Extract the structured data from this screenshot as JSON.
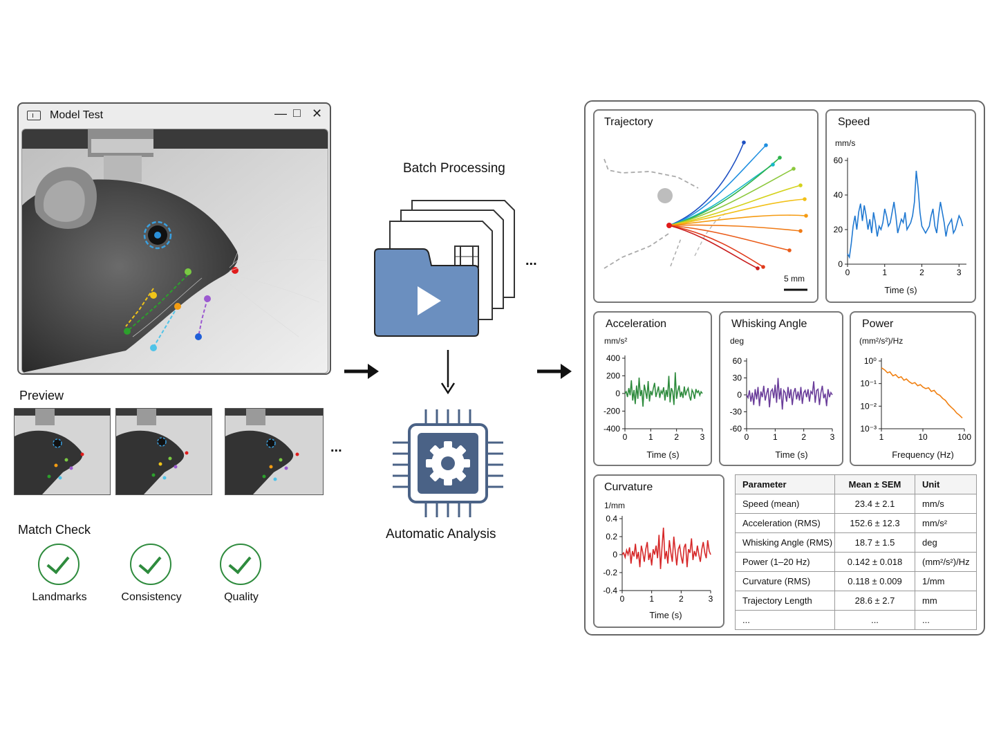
{
  "window": {
    "title": "Model Test",
    "buttons": [
      "—",
      "□",
      "✕"
    ]
  },
  "preview_label": "Preview",
  "thumbnails_more": "...",
  "match_check": {
    "title": "Match Check",
    "items": [
      "Landmarks",
      "Consistency",
      "Quality"
    ]
  },
  "batch": {
    "title": "Batch Processing",
    "more": "..."
  },
  "analysis": {
    "title": "Automatic Analysis"
  },
  "icons": [
    "film-icon",
    "play-icon",
    "gear-chip-icon",
    "check-icon",
    "arrow-right-icon",
    "arrow-down-icon"
  ],
  "colors": {
    "folder": "#6b8fbf",
    "chip": "#4a6286",
    "check": "#2e8b3d"
  },
  "trajectory": {
    "title": "Trajectory",
    "scale": "5 mm"
  },
  "chart_data": [
    {
      "type": "line",
      "title": "Speed",
      "ylabel": "mm/s",
      "xlabel": "Time (s)",
      "xlim": [
        0,
        3.2
      ],
      "ylim": [
        0,
        60
      ],
      "xticks": [
        0,
        1,
        2,
        3
      ],
      "yticks": [
        0,
        20,
        40,
        60
      ],
      "color": "#1f78d1",
      "x": [
        0,
        0.05,
        0.1,
        0.15,
        0.2,
        0.25,
        0.3,
        0.35,
        0.4,
        0.45,
        0.5,
        0.55,
        0.6,
        0.65,
        0.7,
        0.75,
        0.8,
        0.85,
        0.9,
        0.95,
        1.0,
        1.05,
        1.1,
        1.15,
        1.2,
        1.25,
        1.3,
        1.35,
        1.4,
        1.45,
        1.5,
        1.55,
        1.6,
        1.65,
        1.7,
        1.75,
        1.8,
        1.85,
        1.9,
        1.95,
        2.0,
        2.05,
        2.1,
        2.15,
        2.2,
        2.25,
        2.3,
        2.35,
        2.4,
        2.45,
        2.5,
        2.55,
        2.6,
        2.65,
        2.7,
        2.75,
        2.8,
        2.85,
        2.9,
        2.95,
        3.0,
        3.05,
        3.1
      ],
      "y": [
        6,
        4,
        12,
        22,
        28,
        20,
        30,
        35,
        25,
        34,
        28,
        20,
        26,
        18,
        30,
        24,
        16,
        22,
        20,
        24,
        32,
        28,
        22,
        24,
        30,
        36,
        28,
        18,
        22,
        26,
        24,
        30,
        20,
        22,
        24,
        28,
        36,
        54,
        44,
        30,
        22,
        20,
        18,
        20,
        22,
        28,
        32,
        22,
        18,
        28,
        36,
        30,
        24,
        16,
        22,
        24,
        26,
        18,
        20,
        24,
        28,
        26,
        22
      ]
    },
    {
      "type": "line",
      "title": "Acceleration",
      "ylabel": "mm/s²",
      "xlabel": "Time (s)",
      "xlim": [
        0,
        3
      ],
      "ylim": [
        -400,
        400
      ],
      "xticks": [
        0,
        1,
        2,
        3
      ],
      "yticks": [
        400,
        200,
        0,
        -200,
        -400
      ],
      "color": "#2e8b3d",
      "x": [
        0,
        0.05,
        0.1,
        0.15,
        0.2,
        0.25,
        0.3,
        0.35,
        0.4,
        0.45,
        0.5,
        0.55,
        0.6,
        0.65,
        0.7,
        0.75,
        0.8,
        0.85,
        0.9,
        0.95,
        1.0,
        1.05,
        1.1,
        1.15,
        1.2,
        1.25,
        1.3,
        1.35,
        1.4,
        1.45,
        1.5,
        1.55,
        1.6,
        1.65,
        1.7,
        1.75,
        1.8,
        1.85,
        1.9,
        1.95,
        2.0,
        2.05,
        2.1,
        2.15,
        2.2,
        2.25,
        2.3,
        2.35,
        2.4,
        2.45,
        2.5,
        2.55,
        2.6,
        2.65,
        2.7,
        2.75,
        2.8,
        2.85,
        2.9,
        2.95,
        3.0
      ],
      "y": [
        0,
        20,
        -40,
        60,
        -20,
        150,
        -80,
        40,
        -120,
        90,
        -60,
        180,
        -30,
        40,
        -150,
        100,
        20,
        -60,
        140,
        -90,
        30,
        -20,
        60,
        120,
        -40,
        20,
        80,
        -50,
        30,
        0,
        70,
        -80,
        40,
        -40,
        200,
        -100,
        60,
        20,
        -130,
        240,
        -60,
        30,
        90,
        -40,
        20,
        -50,
        80,
        -20,
        30,
        60,
        -30,
        -80,
        40,
        10,
        -60,
        50,
        10,
        30,
        -20,
        20,
        0
      ]
    },
    {
      "type": "line",
      "title": "Whisking Angle",
      "ylabel": "deg",
      "xlabel": "Time (s)",
      "xlim": [
        0,
        3
      ],
      "ylim": [
        -60,
        60
      ],
      "xticks": [
        0,
        1,
        2,
        3
      ],
      "yticks": [
        60,
        30,
        0,
        -30,
        -60
      ],
      "color": "#6a3d9a",
      "x": [
        0,
        0.05,
        0.1,
        0.15,
        0.2,
        0.25,
        0.3,
        0.35,
        0.4,
        0.45,
        0.5,
        0.55,
        0.6,
        0.65,
        0.7,
        0.75,
        0.8,
        0.85,
        0.9,
        0.95,
        1.0,
        1.05,
        1.1,
        1.15,
        1.2,
        1.25,
        1.3,
        1.35,
        1.4,
        1.45,
        1.5,
        1.55,
        1.6,
        1.65,
        1.7,
        1.75,
        1.8,
        1.85,
        1.9,
        1.95,
        2.0,
        2.05,
        2.1,
        2.15,
        2.2,
        2.25,
        2.3,
        2.35,
        2.4,
        2.45,
        2.5,
        2.55,
        2.6,
        2.65,
        2.7,
        2.75,
        2.8,
        2.85,
        2.9,
        2.95,
        3.0
      ],
      "y": [
        0,
        -5,
        8,
        -12,
        4,
        -18,
        10,
        -8,
        14,
        -20,
        6,
        -4,
        16,
        -10,
        2,
        12,
        -22,
        6,
        10,
        -6,
        18,
        -14,
        30,
        -8,
        12,
        -26,
        8,
        4,
        -12,
        14,
        -6,
        10,
        -18,
        4,
        12,
        -8,
        6,
        -10,
        14,
        -16,
        4,
        8,
        -4,
        10,
        -12,
        6,
        2,
        24,
        -14,
        8,
        10,
        -18,
        4,
        16,
        -6,
        2,
        -20,
        10,
        -4,
        4,
        0
      ]
    },
    {
      "type": "line",
      "title": "Power",
      "ylabel": "(mm²/s²)/Hz",
      "xlabel": "Frequency (Hz)",
      "xscale": "log",
      "yscale": "log",
      "xlim": [
        1,
        100
      ],
      "ylim": [
        0.001,
        1
      ],
      "xticks": [
        1,
        10,
        100
      ],
      "yticks": [
        "10⁰",
        "10⁻¹",
        "10⁻²",
        "10⁻³"
      ],
      "color": "#f07f10",
      "x": [
        1,
        1.2,
        1.4,
        1.6,
        1.9,
        2.2,
        2.6,
        3,
        3.5,
        4,
        4.7,
        5.5,
        6.4,
        7.5,
        8.7,
        10,
        11.7,
        13.7,
        16,
        18.7,
        21.9,
        25.6,
        30,
        35,
        41,
        48,
        56,
        65,
        76,
        89
      ],
      "y": [
        0.5,
        0.4,
        0.3,
        0.33,
        0.22,
        0.25,
        0.18,
        0.2,
        0.14,
        0.16,
        0.12,
        0.1,
        0.11,
        0.08,
        0.09,
        0.07,
        0.06,
        0.065,
        0.045,
        0.05,
        0.035,
        0.03,
        0.022,
        0.018,
        0.012,
        0.009,
        0.007,
        0.005,
        0.004,
        0.003
      ]
    },
    {
      "type": "line",
      "title": "Curvature",
      "ylabel": "1/mm",
      "xlabel": "Time (s)",
      "xlim": [
        0,
        3
      ],
      "ylim": [
        -0.4,
        0.4
      ],
      "xticks": [
        0,
        1,
        2,
        3
      ],
      "yticks": [
        0.4,
        0.2,
        0,
        -0.2,
        -0.4
      ],
      "color": "#d62728",
      "x": [
        0,
        0.05,
        0.1,
        0.15,
        0.2,
        0.25,
        0.3,
        0.35,
        0.4,
        0.45,
        0.5,
        0.55,
        0.6,
        0.65,
        0.7,
        0.75,
        0.8,
        0.85,
        0.9,
        0.95,
        1.0,
        1.05,
        1.1,
        1.15,
        1.2,
        1.25,
        1.3,
        1.35,
        1.4,
        1.45,
        1.5,
        1.55,
        1.6,
        1.65,
        1.7,
        1.75,
        1.8,
        1.85,
        1.9,
        1.95,
        2.0,
        2.05,
        2.1,
        2.15,
        2.2,
        2.25,
        2.3,
        2.35,
        2.4,
        2.45,
        2.5,
        2.55,
        2.6,
        2.65,
        2.7,
        2.75,
        2.8,
        2.85,
        2.9,
        2.95,
        3.0
      ],
      "y": [
        0,
        0.02,
        -0.03,
        0.05,
        0.0,
        0.08,
        -0.1,
        0.04,
        -0.02,
        0.12,
        -0.05,
        0.03,
        -0.14,
        0.1,
        0.02,
        -0.08,
        0.06,
        0.14,
        -0.06,
        0.02,
        -0.12,
        0.06,
        0.0,
        0.1,
        -0.04,
        0.22,
        -0.16,
        0.08,
        0.3,
        -0.05,
        0.04,
        -0.1,
        0.16,
        0.02,
        -0.08,
        0.2,
        0.04,
        -0.12,
        0.06,
        0.1,
        -0.02,
        -0.1,
        0.08,
        0.12,
        -0.14,
        0.06,
        0.02,
        0.18,
        -0.06,
        0.04,
        -0.02,
        0.1,
        0.0,
        -0.08,
        0.06,
        0.14,
        0.02,
        -0.04,
        0.16,
        0.04,
        0.0
      ]
    }
  ],
  "table": {
    "headers": [
      "Parameter",
      "Mean ± SEM",
      "Unit"
    ],
    "rows": [
      [
        "Speed (mean)",
        "23.4 ± 2.1",
        "mm/s"
      ],
      [
        "Acceleration (RMS)",
        "152.6 ± 12.3",
        "mm/s²"
      ],
      [
        "Whisking Angle (RMS)",
        "18.7 ± 1.5",
        "deg"
      ],
      [
        "Power (1–20 Hz)",
        "0.142 ± 0.018",
        "(mm²/s²)/Hz"
      ],
      [
        "Curvature (RMS)",
        "0.118 ± 0.009",
        "1/mm"
      ],
      [
        "Trajectory Length",
        "28.6 ± 2.7",
        "mm"
      ],
      [
        "...",
        "...",
        "..."
      ]
    ]
  }
}
